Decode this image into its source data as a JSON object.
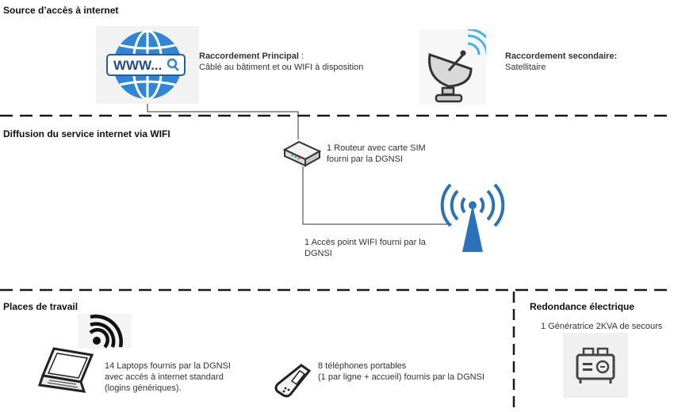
{
  "sections": {
    "source": "Source d’accès à internet",
    "diffusion": "Diffusion du service internet via WIFI",
    "places": "Places de travail",
    "redondance": "Redondance électrique"
  },
  "primary": {
    "title": "Raccordement Principal",
    "title_suffix": " :",
    "desc": "Câblé au bâtiment et ou WIFI à disposition",
    "www_label": "WWW..."
  },
  "secondary": {
    "title": "Raccordement secondaire:",
    "desc": "Satellitaire"
  },
  "router": {
    "line1": "1 Routeur avec carte SIM",
    "line2": "fourni par la DGNSI"
  },
  "access_point": {
    "line1": "1 Accès point WIFI fourni par la",
    "line2": "DGNSI"
  },
  "laptops": {
    "line1": "14 Laptops fournis par la DGNSI",
    "line2": "avec accès à internet standard",
    "line3": "(logins génériques)."
  },
  "phones": {
    "line1": "8 téléphones portables",
    "line2": "(1 par ligne + accueil) fournis par la DGNSI"
  },
  "generator": {
    "label": "1 Génératrice 2KVA de secours"
  },
  "colors": {
    "globe": "#2f86d6",
    "antenna": "#2b73b8",
    "signal": "#46b2ea",
    "dash": "#1a1a1a"
  }
}
